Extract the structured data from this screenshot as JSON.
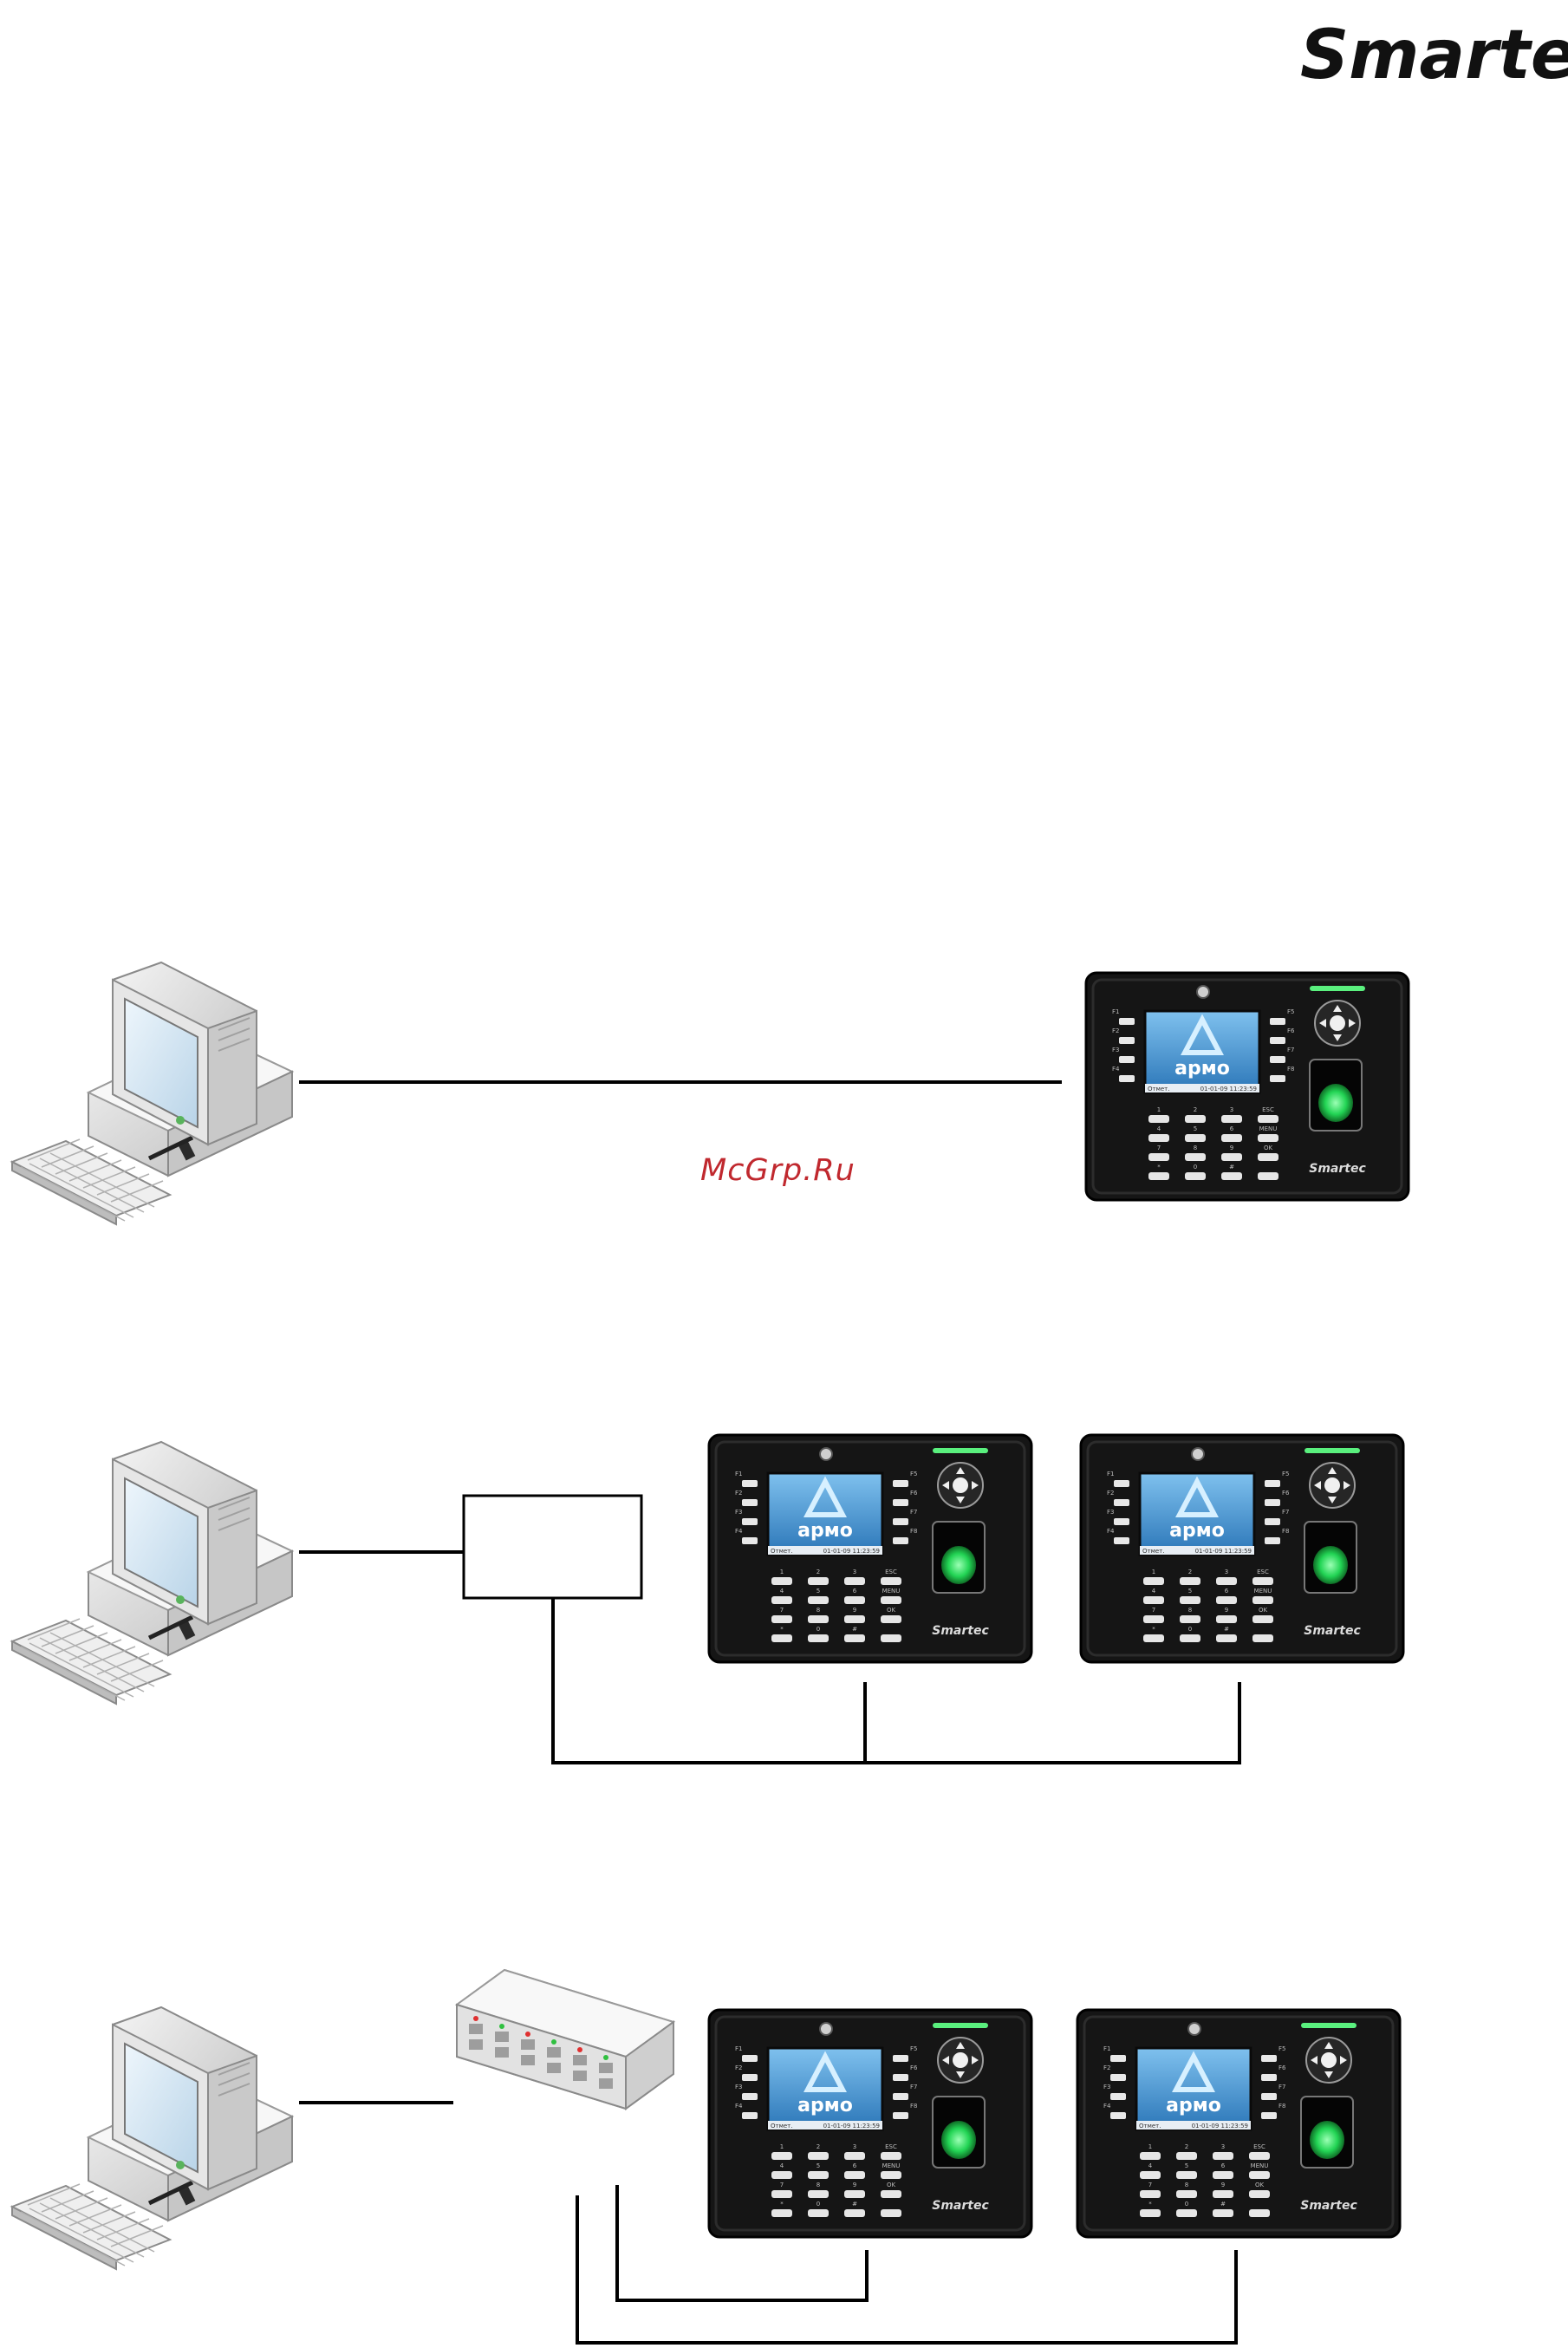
{
  "header": {
    "logo_text": "Smartec"
  },
  "watermark": {
    "text": "McGrp.Ru"
  },
  "device": {
    "screen_logo": "армо",
    "brand_label": "Smartec",
    "screen_status_left": "Отмет.",
    "screen_status_right": "01-01-09 11:23:59",
    "fn_keys_left": [
      "F1",
      "F2",
      "F3",
      "F4"
    ],
    "fn_keys_right": [
      "F5",
      "F6",
      "F7",
      "F8"
    ],
    "keypad": [
      "1",
      "2",
      "3",
      "ESC",
      "4",
      "5",
      "6",
      "MENU",
      "7",
      "8",
      "9",
      "OK",
      "*",
      "0",
      "#",
      ""
    ]
  },
  "colors": {
    "line": "#000000",
    "device_body": "#111111",
    "screen": "#3d8fd0",
    "fingerprint_glow": "#22d454",
    "monitor_screen": "#cfe2f0",
    "switch_led_red": "#e03030",
    "switch_led_green": "#30c040"
  }
}
